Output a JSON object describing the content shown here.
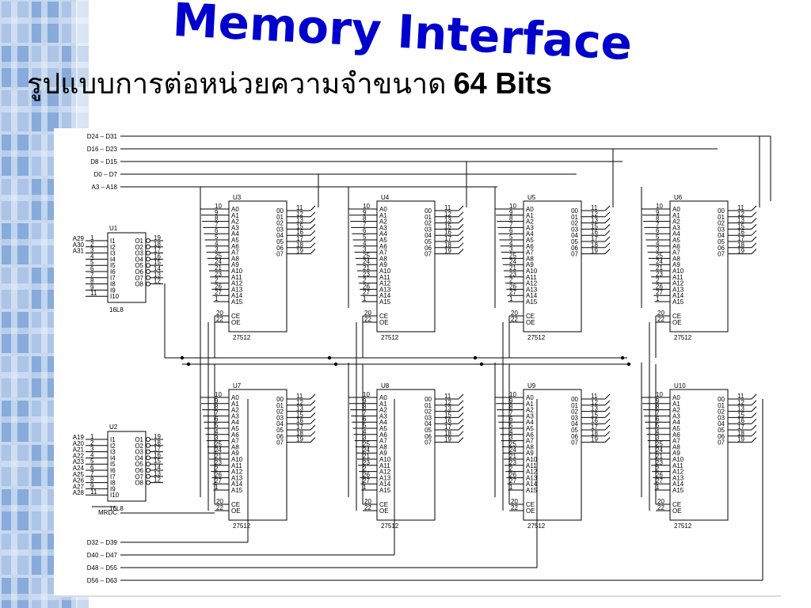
{
  "slide": {
    "title": "Memory Interface",
    "subtitle_thai": "รูปแบบการต่อหน่วยความจำขนาด",
    "subtitle_bits": "64 Bits"
  },
  "colors": {
    "title_fill": "#0000cc",
    "title_outline": "#ffffff",
    "strip_blue": "#7fa6d8",
    "strip_light": "#c8d8ee",
    "line": "#000000"
  },
  "diagram": {
    "bus_labels_top": [
      "D24 – D31",
      "D16 – D23",
      "D8 – D15",
      "D0 – D7",
      "A3 – A18"
    ],
    "bus_labels_bottom": [
      "D32 – D39",
      "D40 – D47",
      "D48 – D55",
      "D56 – D63"
    ],
    "mrdc_label": "MRDC",
    "decoders": [
      {
        "name": "U1",
        "part": "16L8",
        "inputs": [
          "A29",
          "A30",
          "A31"
        ],
        "in_pins": [
          "1",
          "2",
          "3",
          "4",
          "5",
          "6",
          "7",
          "8",
          "9",
          "11"
        ],
        "in_names": [
          "I1",
          "I2",
          "I3",
          "I4",
          "I5",
          "I6",
          "I7",
          "I8",
          "I9",
          "I10"
        ],
        "out_names": [
          "O1",
          "O2",
          "O3",
          "O4",
          "O5",
          "O6",
          "O7",
          "O8"
        ],
        "out_pins": [
          "19",
          "18",
          "17",
          "16",
          "15",
          "14",
          "13",
          "12"
        ]
      },
      {
        "name": "U2",
        "part": "16L8",
        "inputs": [
          "A19",
          "A20",
          "A21",
          "A22",
          "A23",
          "A24",
          "A25",
          "A26",
          "A27",
          "A28"
        ],
        "in_pins": [
          "1",
          "2",
          "3",
          "4",
          "5",
          "6",
          "7",
          "8",
          "9",
          "11"
        ],
        "in_names": [
          "I1",
          "I2",
          "I3",
          "I4",
          "I5",
          "I6",
          "I7",
          "I8",
          "I9",
          "I10"
        ],
        "out_names": [
          "O1",
          "O2",
          "O3",
          "O4",
          "O5",
          "O6",
          "O7",
          "O8"
        ],
        "out_pins": [
          "19",
          "18",
          "17",
          "16",
          "15",
          "14",
          "13",
          "12"
        ]
      }
    ],
    "memory_part": "27512",
    "memories": [
      "U3",
      "U4",
      "U5",
      "U6",
      "U7",
      "U8",
      "U9",
      "U10"
    ],
    "addr_pins": [
      "10",
      "9",
      "8",
      "7",
      "6",
      "5",
      "4",
      "3",
      "25",
      "24",
      "21",
      "23",
      "2",
      "26",
      "27",
      "1"
    ],
    "addr_names": [
      "A0",
      "A1",
      "A2",
      "A3",
      "A4",
      "A5",
      "A6",
      "A7",
      "A8",
      "A9",
      "A10",
      "A11",
      "A12",
      "A13",
      "A14",
      "A15"
    ],
    "data_names": [
      "00",
      "01",
      "02",
      "03",
      "04",
      "05",
      "06",
      "07"
    ],
    "data_pins": [
      "11",
      "12",
      "13",
      "15",
      "16",
      "17",
      "18",
      "19"
    ],
    "ctrl_pins": [
      "20",
      "22"
    ],
    "ctrl_names": [
      "CE",
      "OE"
    ]
  }
}
